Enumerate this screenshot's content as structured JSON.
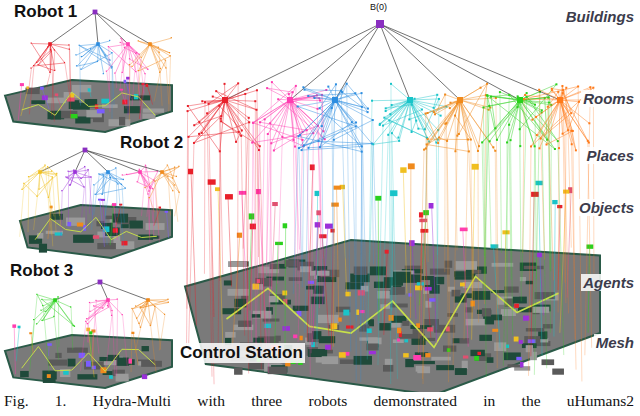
{
  "diagram": {
    "caption": "Fig. 1. Hydra-Multi with three robots demonstrated in the uHumans2",
    "labels": [
      "Robot 1",
      "Buildings",
      "B(0)",
      "Rooms",
      "Robot 2",
      "Places",
      "Objects",
      "Robot 3",
      "Agents",
      "Mesh",
      "Control Station"
    ]
  }
}
